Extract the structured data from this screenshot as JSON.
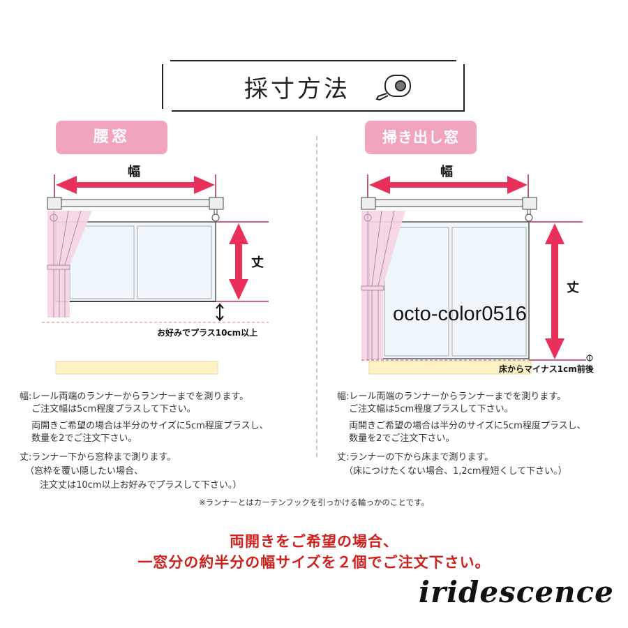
{
  "header": {
    "title": "採寸方法",
    "icon": "tape-measure-icon"
  },
  "colors": {
    "badge_pink": "#f0a4c0",
    "arrow_red": "#e8305a",
    "curtain_pink": "#f6d4e6",
    "glass_blue": "#eef6fc",
    "floor_yellow": "#fdf2c4",
    "notice_red": "#d0201c"
  },
  "left_panel": {
    "badge": "腰窓",
    "width_label": "幅",
    "height_label": "丈",
    "extra_note": "お好みでプラス10cm以上",
    "instructions": [
      "幅:レール両端のランナーからランナーまでを測ります。",
      "　 ご注文幅は5cm程度プラスして下さい。",
      "　 両開きご希望の場合は半分のサイズに5cm程度プラスし、",
      "　 数量を2でご注文下さい。",
      "丈:ランナー下から窓枠まで測ります。",
      "（窓枠を覆い隠したい場合、",
      "　 注文丈は10cm以上お好みでプラスして下さい。）"
    ]
  },
  "right_panel": {
    "badge": "掃き出し窓",
    "width_label": "幅",
    "height_label": "丈",
    "extra_note": "床からマイナス1cm前後",
    "instructions": [
      "幅:レール両端のランナーからランナーまでを測ります。",
      "　 ご注文幅は5cm程度プラスして下さい。",
      "　 両開きご希望の場合は半分のサイズに5cm程度プラスし、",
      "　 数量を2でご注文下さい。",
      "丈:ランナーの下から床まで測ります。",
      "（床につけたくない場合、1,2cm程短くして下さい。）"
    ]
  },
  "footnote": "※ランナーとはカーテンフックを引っかける輪っかのことです。",
  "notice": {
    "line1": "両開きをご希望の場合、",
    "line2": "一窓分の約半分の幅サイズを２個でご注文下さい。"
  },
  "watermark": "octo-color0516",
  "signature": "iridescence"
}
